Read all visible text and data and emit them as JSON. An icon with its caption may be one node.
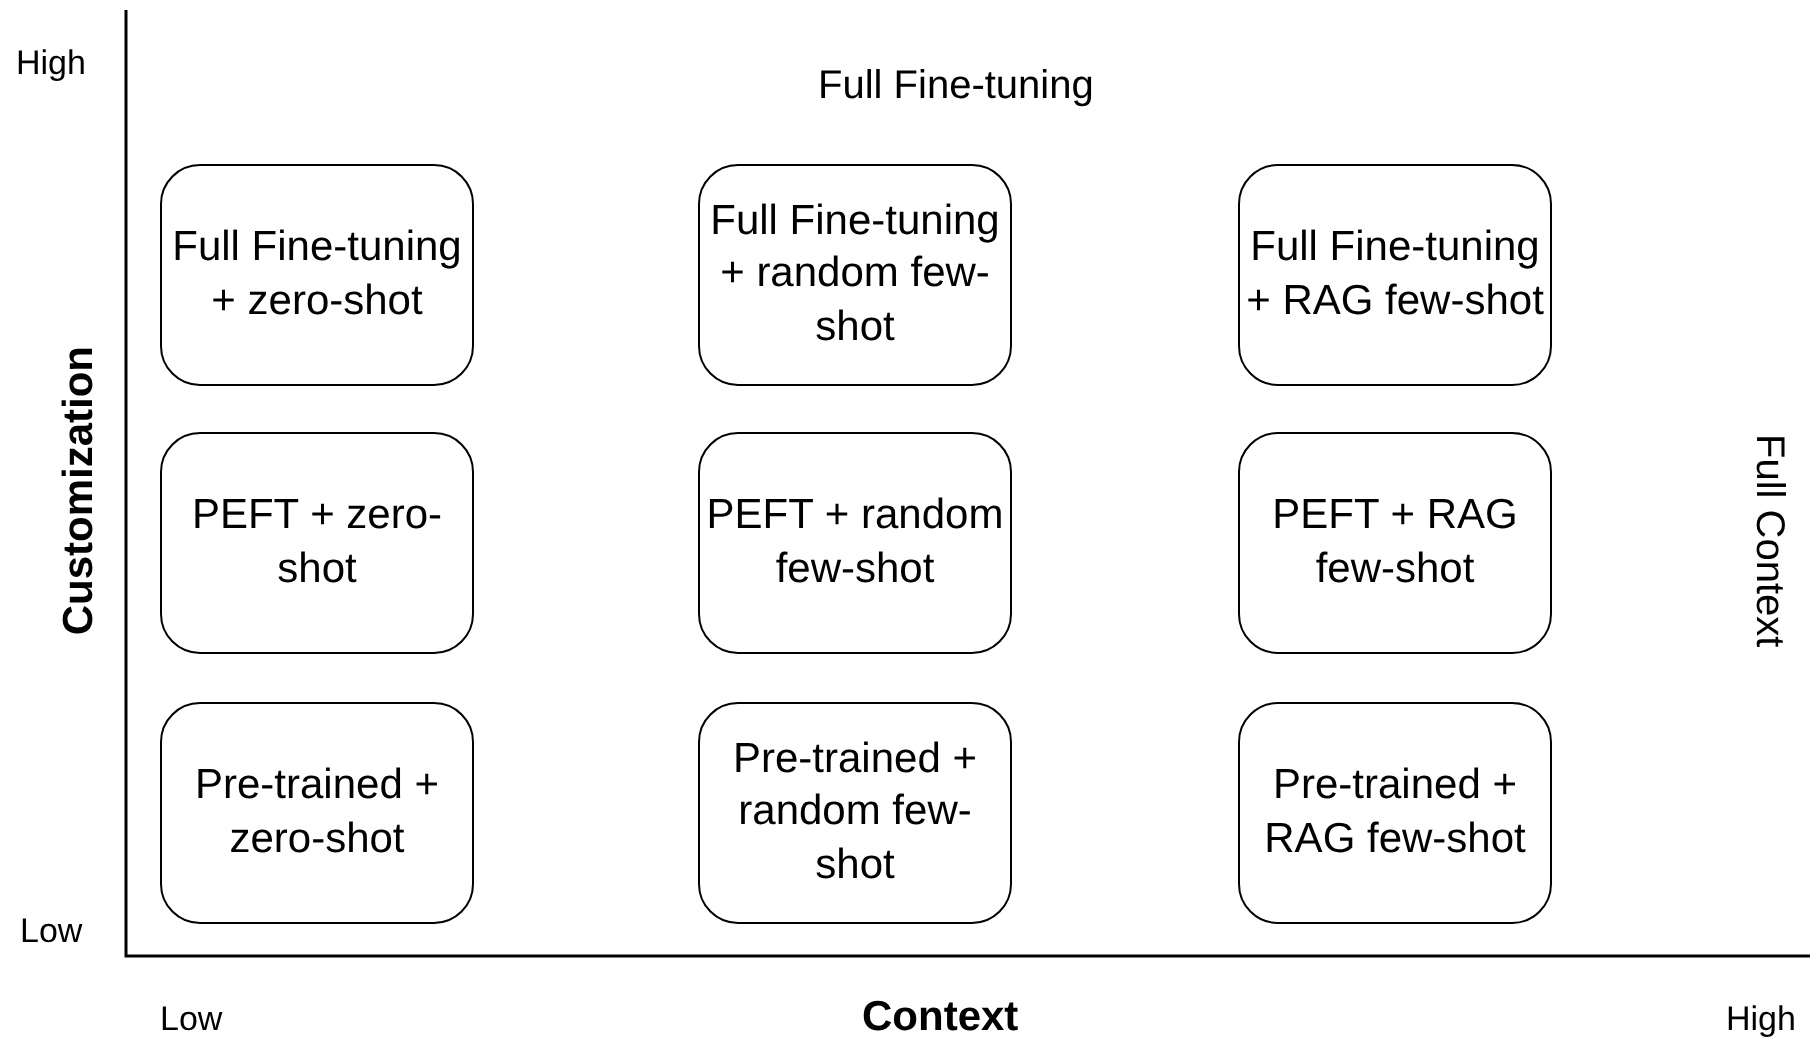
{
  "diagram": {
    "nodes": [
      {
        "text": [
          "Full Fine-tuning + zero-shot"
        ]
      },
      {
        "text": [
          "Full Fine-tuning + random few-shot"
        ]
      },
      {
        "text": [
          "Full Fine-tuning + RAG few-shot"
        ]
      },
      {
        "text": [
          "PEFT + zero-shot"
        ]
      },
      {
        "text": [
          "PEFT + random few-shot"
        ]
      },
      {
        "text": [
          "PEFT + RAG few-shot"
        ]
      },
      {
        "text": [
          "Pre-trained + zero-shot"
        ]
      },
      {
        "text": [
          "Pre-trained + random few-shot"
        ]
      },
      {
        "text": [
          "Pre-trained + RAG few-shot"
        ]
      }
    ],
    "labels": [
      "High",
      "Full Fine-tuning",
      "Customization",
      "Full Context",
      "Low",
      "Low",
      "Context",
      "High"
    ]
  }
}
